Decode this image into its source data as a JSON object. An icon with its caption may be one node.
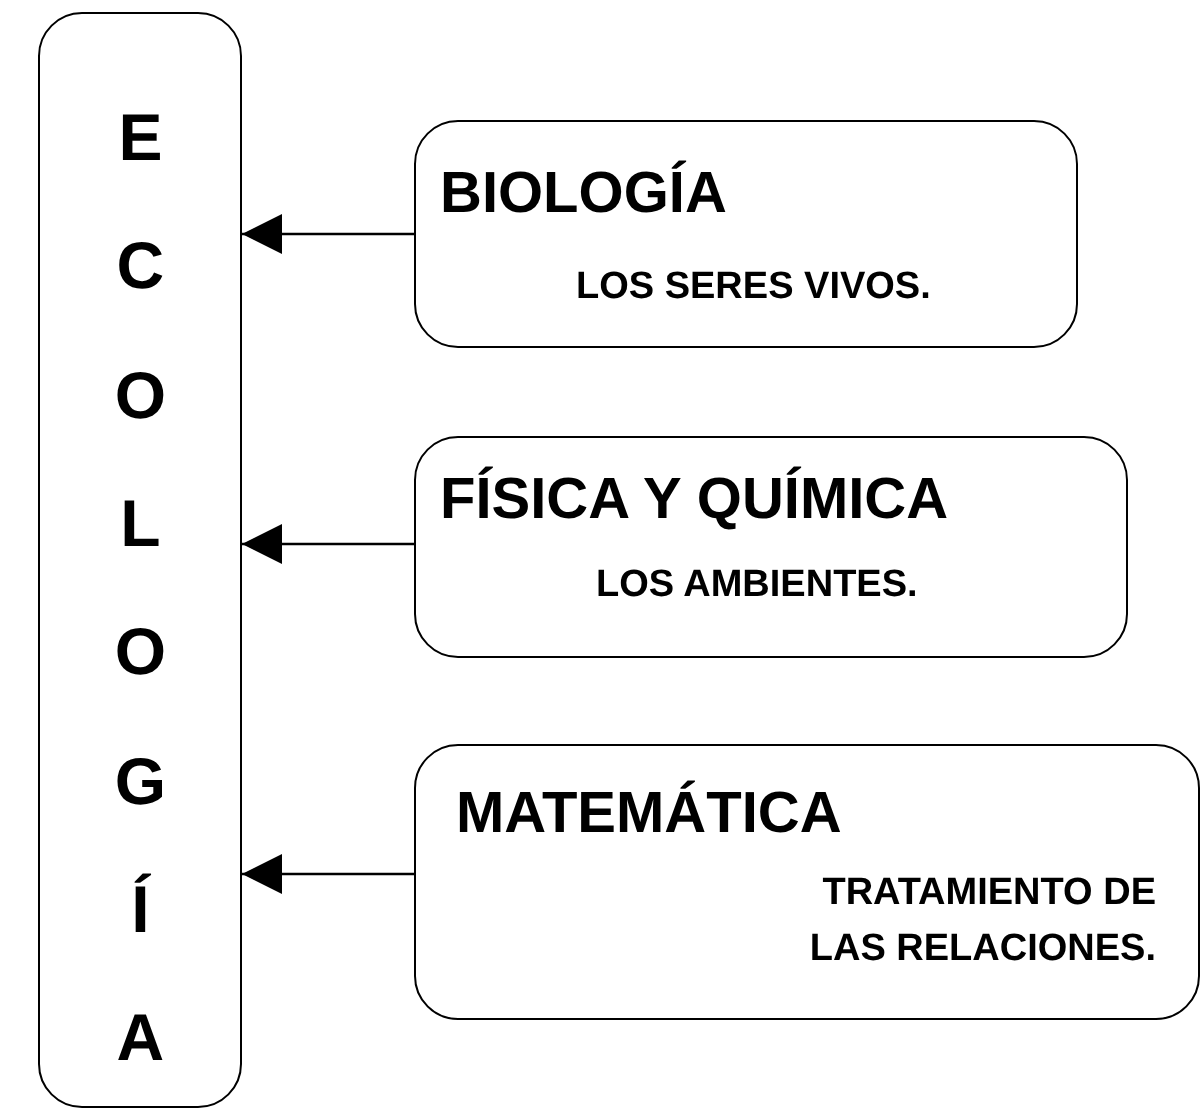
{
  "diagram": {
    "nodes": [
      {
        "text": [
          "ECOLOGÍA"
        ]
      },
      {
        "text": [
          "BIOLOGÍA",
          "LOS SERES VIVOS."
        ]
      },
      {
        "text": [
          "FÍSICA Y QUÍMICA",
          "LOS AMBIENTES."
        ]
      },
      {
        "text": [
          "MATEMÁTICA",
          "TRATAMIENTO DE LAS RELACIONES."
        ]
      }
    ],
    "edges": [
      {
        "from": 1,
        "to": 0,
        "arrow": "to"
      },
      {
        "from": 2,
        "to": 0,
        "arrow": "to"
      },
      {
        "from": 3,
        "to": 0,
        "arrow": "to"
      }
    ]
  }
}
